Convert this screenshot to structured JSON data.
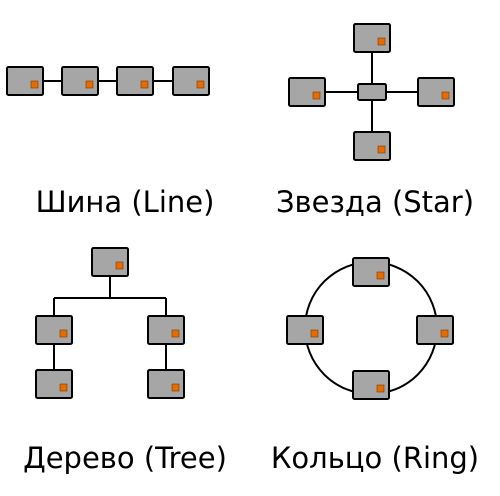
{
  "colors": {
    "node_fill": "#a6a6a6",
    "node_stroke": "#000000",
    "port_fill": "#e66b00",
    "link_stroke": "#000000",
    "background": "#ffffff"
  },
  "topologies": {
    "line": {
      "caption": "Шина (Line)"
    },
    "star": {
      "caption": "Звезда (Star)"
    },
    "tree": {
      "caption": "Дерево (Tree)"
    },
    "ring": {
      "caption": "Кольцо (Ring)"
    }
  }
}
